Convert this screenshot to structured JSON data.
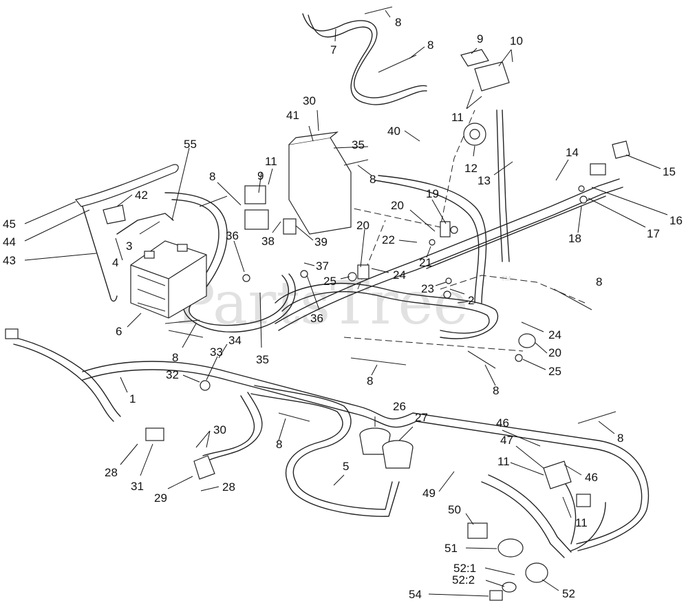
{
  "watermark": {
    "text": "PartsTree",
    "tm": "TM"
  },
  "callouts": {
    "c1": "1",
    "c2": "2",
    "c3": "3",
    "c4": "4",
    "c5": "5",
    "c6": "6",
    "c7": "7",
    "c8a": "8",
    "c8b": "8",
    "c8c": "8",
    "c8d": "8",
    "c8e": "8",
    "c8f": "8",
    "c8g": "8",
    "c8h": "8",
    "c8i": "8",
    "c8j": "8",
    "c9a": "9",
    "c9b": "9",
    "c10": "10",
    "c11a": "11",
    "c11b": "11",
    "c11c": "11",
    "c11d": "11",
    "c12": "12",
    "c13": "13",
    "c14": "14",
    "c15": "15",
    "c16": "16",
    "c17": "17",
    "c18": "18",
    "c19": "19",
    "c20a": "20",
    "c20b": "20",
    "c20c": "20",
    "c21": "21",
    "c22": "22",
    "c23": "23",
    "c24a": "24",
    "c24b": "24",
    "c25a": "25",
    "c25b": "25",
    "c26": "26",
    "c27": "27",
    "c28a": "28",
    "c28b": "28",
    "c29": "29",
    "c30a": "30",
    "c30b": "30",
    "c31": "31",
    "c32": "32",
    "c33": "33",
    "c34": "34",
    "c35a": "35",
    "c35b": "35",
    "c36a": "36",
    "c36b": "36",
    "c37": "37",
    "c38": "38",
    "c39": "39",
    "c40": "40",
    "c41": "41",
    "c42": "42",
    "c43": "43",
    "c44": "44",
    "c45": "45",
    "c46a": "46",
    "c46b": "46",
    "c47": "47",
    "c49": "49",
    "c50": "50",
    "c51": "51",
    "c52": "52",
    "c52_1": "52:1",
    "c52_2": "52:2",
    "c54": "54",
    "c55": "55"
  }
}
